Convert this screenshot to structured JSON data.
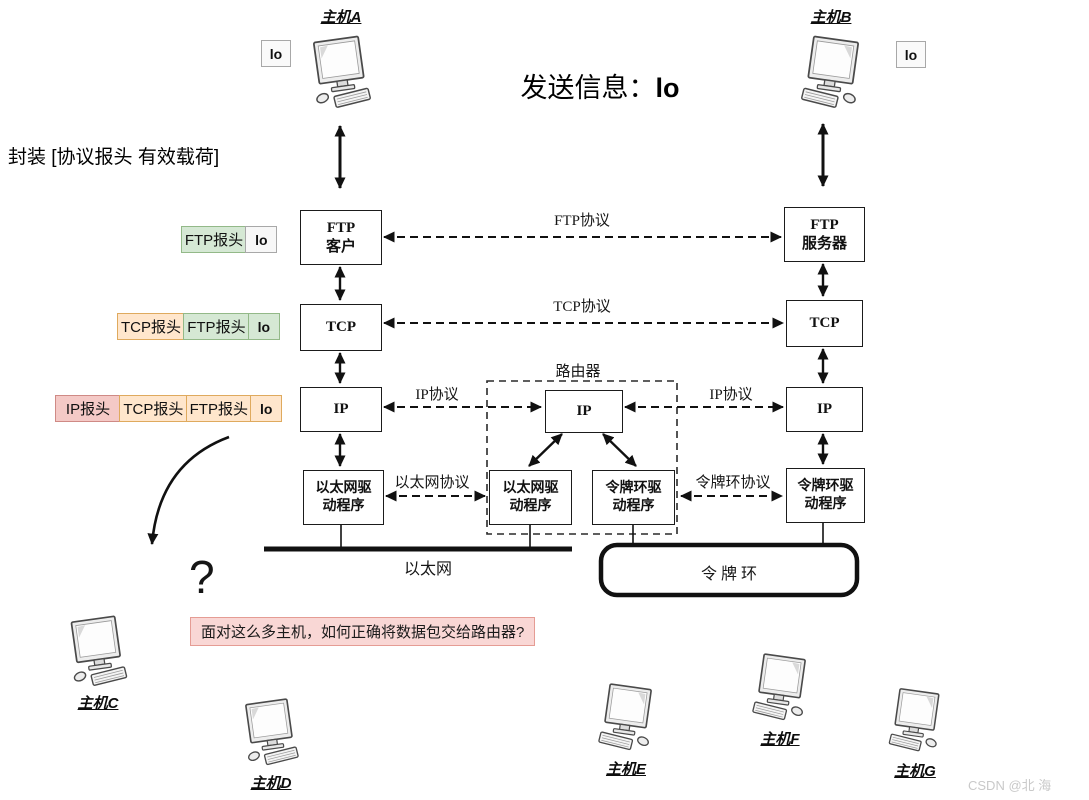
{
  "title_area": {
    "send_prefix": "发送信息：",
    "send_value": "lo",
    "encapsulation_note": "封装 [协议报头 有效载荷]"
  },
  "hosts": {
    "a": {
      "label": "主机A"
    },
    "b": {
      "label": "主机B"
    },
    "c": {
      "label": "主机C"
    },
    "d": {
      "label": "主机D"
    },
    "e": {
      "label": "主机E"
    },
    "f": {
      "label": "主机F"
    },
    "g": {
      "label": "主机G"
    }
  },
  "payload_badges": {
    "host_a": "lo",
    "host_b": "lo"
  },
  "encapsulation_rows": {
    "row1": {
      "cells": [
        "FTP报头",
        "lo"
      ]
    },
    "row2": {
      "cells": [
        "TCP报头",
        "FTP报头",
        "lo"
      ]
    },
    "row3": {
      "cells": [
        "IP报头",
        "TCP报头",
        "FTP报头",
        "lo"
      ]
    }
  },
  "left_stack": {
    "ftp": {
      "line1": "FTP",
      "line2": "客户"
    },
    "tcp": "TCP",
    "ip": "IP",
    "driver": {
      "line1": "以太网驱",
      "line2": "动程序"
    }
  },
  "right_stack": {
    "ftp": {
      "line1": "FTP",
      "line2": "服务器"
    },
    "tcp": "TCP",
    "ip": "IP",
    "driver": {
      "line1": "令牌环驱",
      "line2": "动程序"
    }
  },
  "router": {
    "label": "路由器",
    "ip": "IP",
    "eth_driver": {
      "line1": "以太网驱",
      "line2": "动程序"
    },
    "token_driver": {
      "line1": "令牌环驱",
      "line2": "动程序"
    }
  },
  "protocol_labels": {
    "ftp": "FTP协议",
    "tcp": "TCP协议",
    "ip_left": "IP协议",
    "ip_right": "IP协议",
    "ethernet": "以太网协议",
    "token_ring": "令牌环协议"
  },
  "networks": {
    "ethernet": "以太网",
    "token_ring": "令 牌 环"
  },
  "annotations": {
    "question_mark": "?",
    "question_text": "面对这么多主机，如何正确将数据包交给路由器?"
  },
  "watermark": "CSDN @北 海",
  "colors": {
    "header_green_fill": "#d5e8d4",
    "header_green_border": "#93b988",
    "header_orange_fill": "#ffe6cc",
    "header_orange_border": "#dfaa5e",
    "header_pink_fill": "#f4c9c6",
    "header_pink_border": "#cf8a85",
    "header_gray_fill": "#f7f7f7",
    "header_gray_border": "#a8a8a8",
    "question_fill": "#f9d7d5",
    "question_border": "#e59c94",
    "line_color": "#111111"
  }
}
